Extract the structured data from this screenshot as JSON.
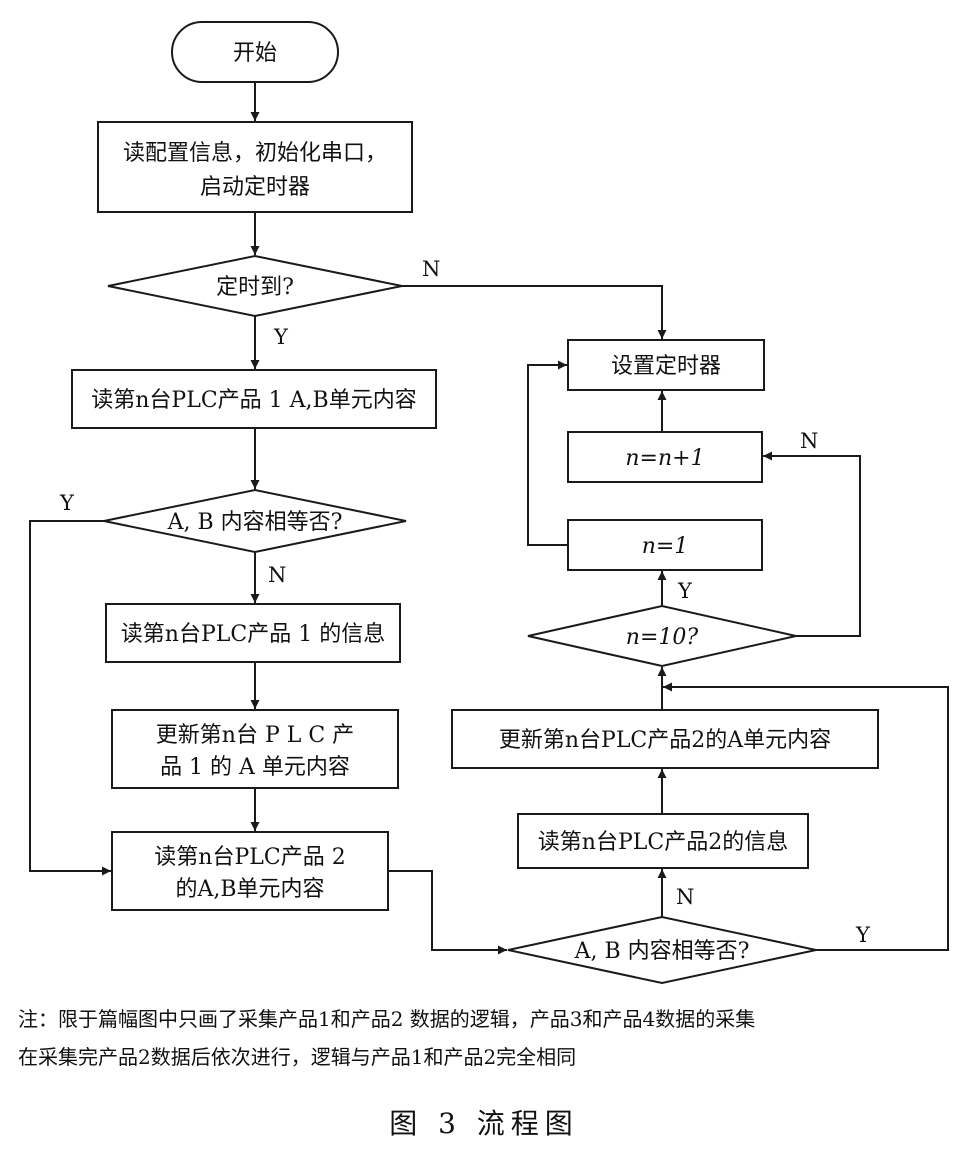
{
  "nodes": {
    "start": "开始",
    "init": [
      "读配置信息，初始化串口，",
      "启动定时器"
    ],
    "timer_q": "定时到?",
    "read_ab1": "读第n台PLC产品 1 A,B单元内容",
    "ab_eq1": "A, B 内容相等否?",
    "read_info1": "读第n台PLC产品 1 的信息",
    "update_a1": [
      "更新第n台 P L C 产",
      "品 1 的 A 单元内容"
    ],
    "read_ab2": [
      "读第n台PLC产品 2",
      "的A,B单元内容"
    ],
    "ab_eq2": "A, B 内容相等否?",
    "read_info2": "读第n台PLC产品2的信息",
    "update_a2": "更新第n台PLC产品2的A单元内容",
    "n10_q": "n=10?",
    "n_reset": "n=1",
    "n_inc": "n=n+1",
    "set_timer": "设置定时器"
  },
  "labels": {
    "yes": "Y",
    "no": "N"
  },
  "note": [
    "注：限于篇幅图中只画了采集产品1和产品2 数据的逻辑，产品3和产品4数据的采集",
    "在采集完产品2数据后依次进行，逻辑与产品1和产品2完全相同"
  ],
  "caption": "图 3  流程图"
}
